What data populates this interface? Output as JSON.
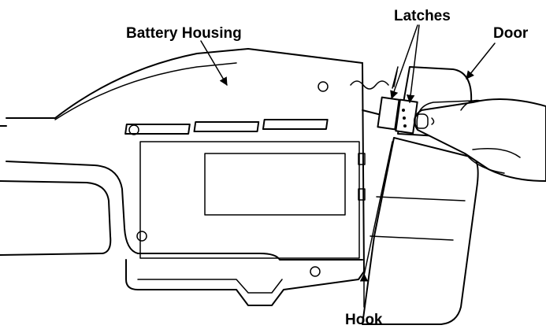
{
  "labels": {
    "battery_housing": "Battery Housing",
    "latches": "Latches",
    "door": "Door",
    "hook": "Hook"
  }
}
